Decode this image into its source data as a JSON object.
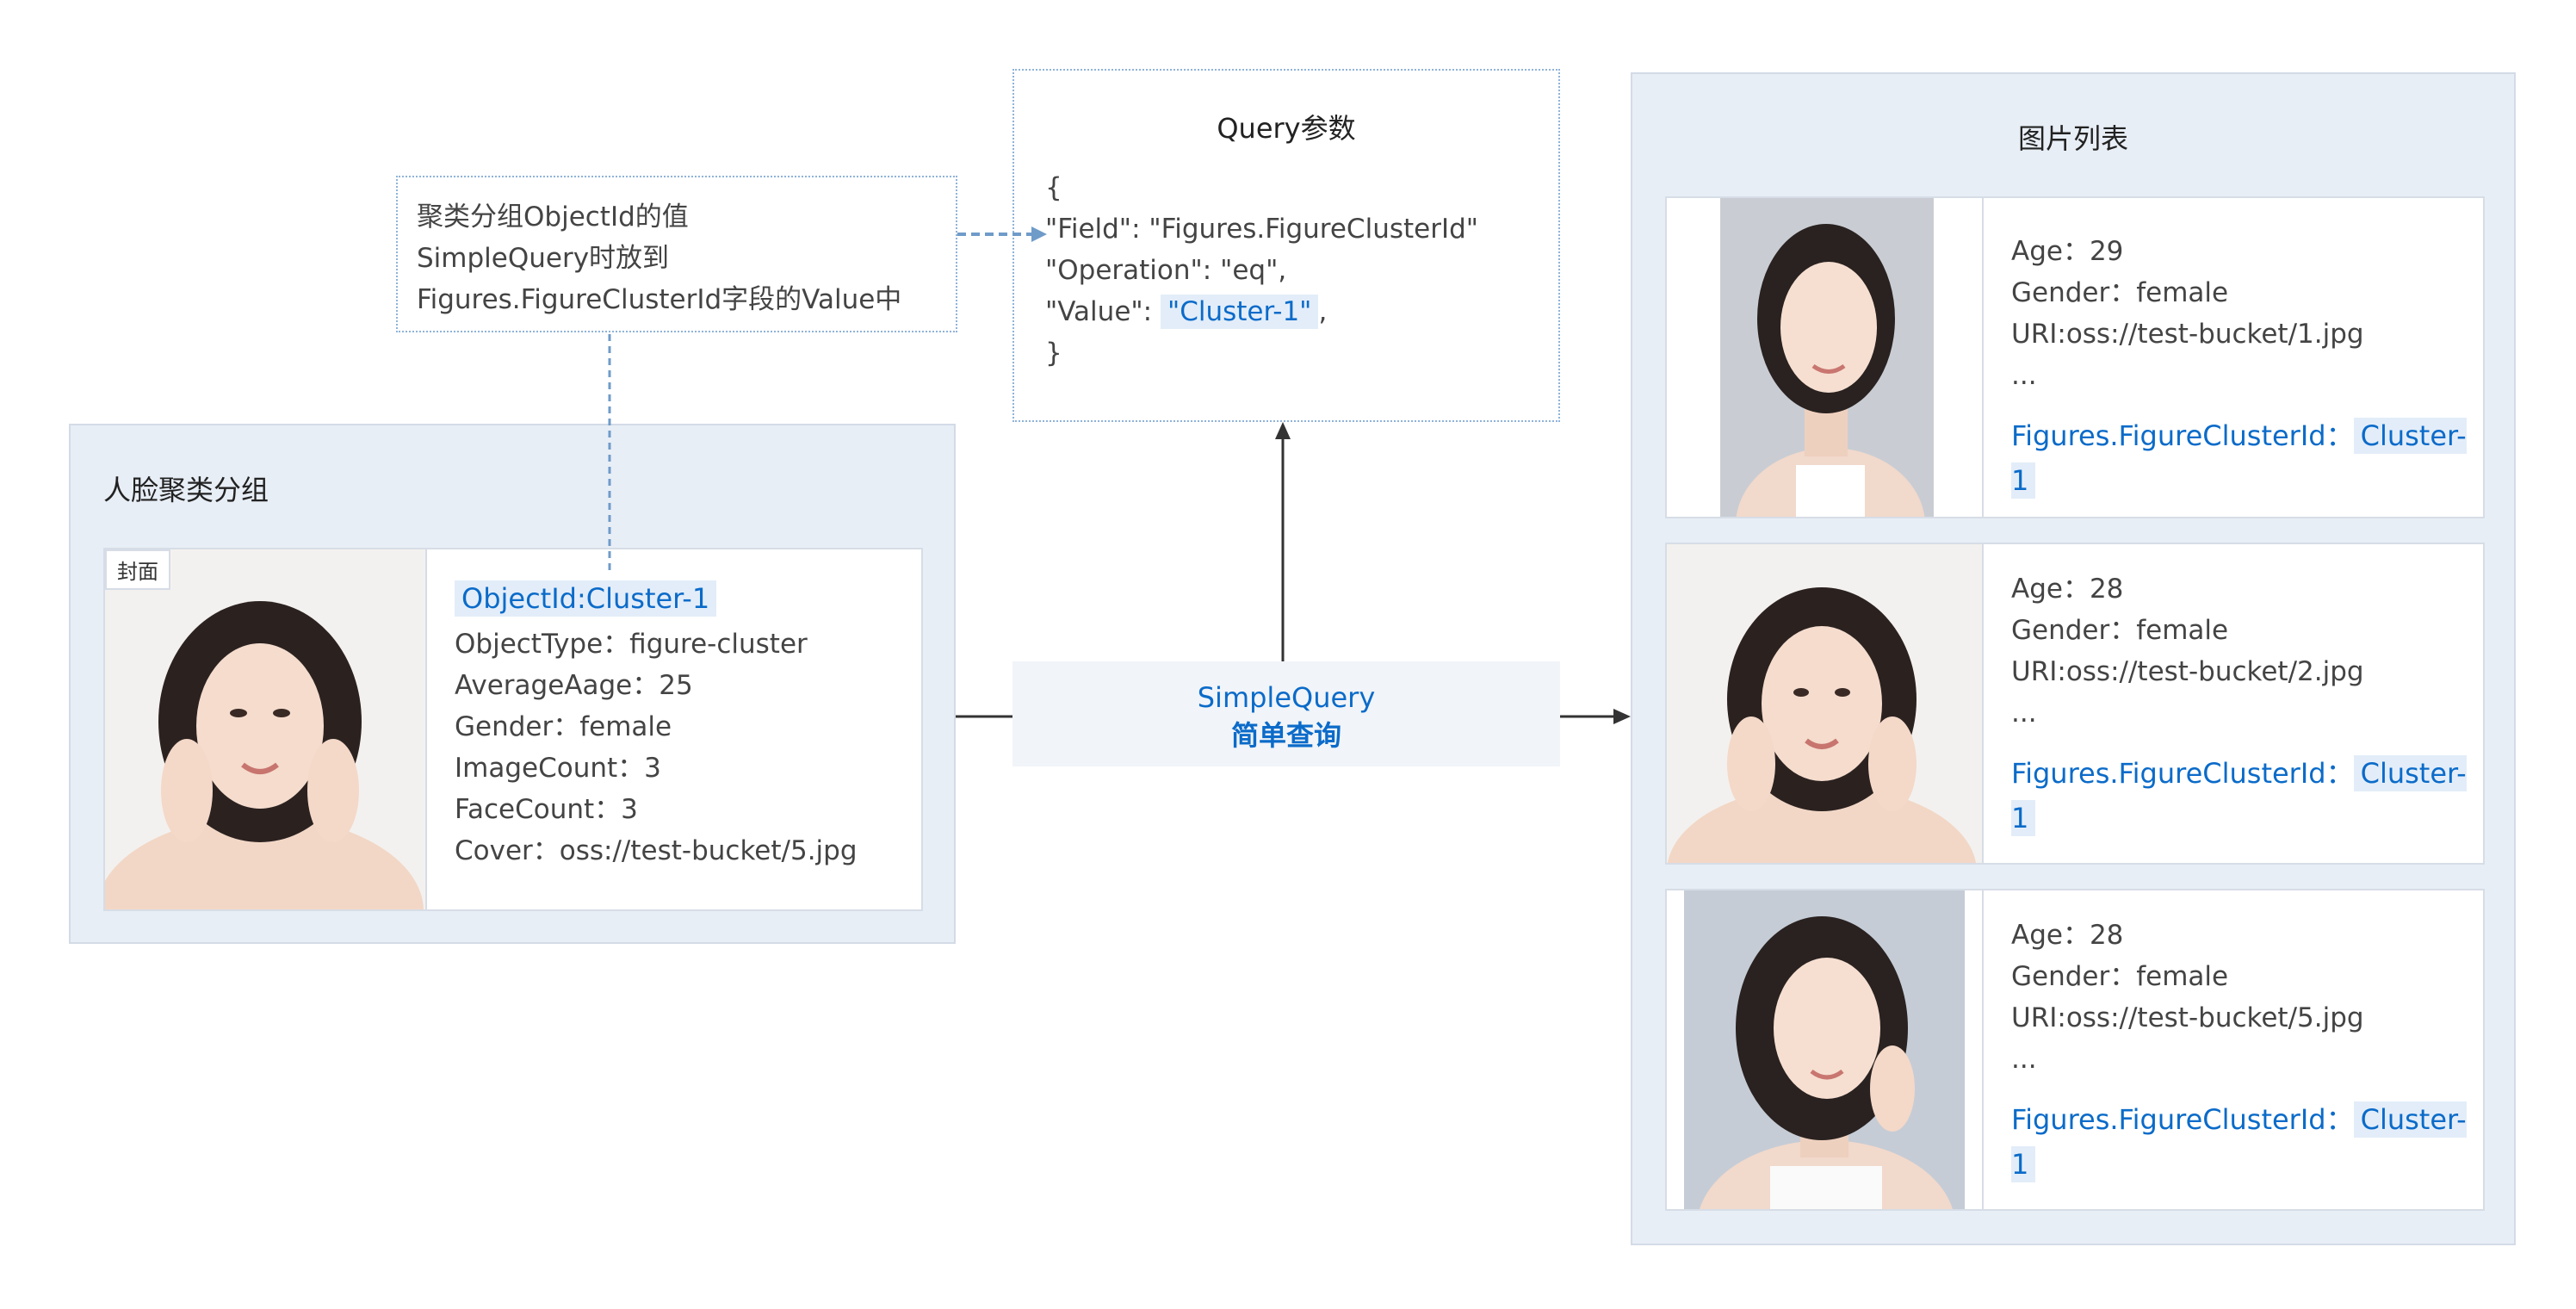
{
  "note_box": {
    "lines": [
      "聚类分组ObjectId的值",
      "SimpleQuery时放到",
      "Figures.FigureClusterId字段的Value中"
    ]
  },
  "query_box": {
    "title": "Query参数",
    "open": "{",
    "field": "\"Field\": \"Figures.FigureClusterId\"",
    "operation": "\"Operation\": \"eq\",",
    "value_key": "\"Value\": ",
    "value_val": "\"Cluster-1\"",
    "value_tail": ",",
    "close": "}"
  },
  "cluster_panel": {
    "title": "人脸聚类分组",
    "cover_tag": "封面",
    "object_id_label": "ObjectId:",
    "object_id_value": "Cluster-1",
    "details": [
      "ObjectType：figure-cluster",
      "AverageAage：25",
      "Gender：female",
      "ImageCount：3",
      "FaceCount：3",
      "Cover：oss://test-bucket/5.jpg"
    ]
  },
  "simple_query": {
    "line1": "SimpleQuery",
    "line2": "简单查询"
  },
  "image_list": {
    "title": "图片列表",
    "items": [
      {
        "age": "Age：29",
        "gender": "Gender：female",
        "uri": "URI:oss://test-bucket/1.jpg",
        "more": "...",
        "cluster_key": "Figures.FigureClusterId：",
        "cluster_val": "Cluster-1"
      },
      {
        "age": "Age：28",
        "gender": "Gender：female",
        "uri": "URI:oss://test-bucket/2.jpg",
        "more": "...",
        "cluster_key": "Figures.FigureClusterId：",
        "cluster_val": "Cluster-1"
      },
      {
        "age": "Age：28",
        "gender": "Gender：female",
        "uri": "URI:oss://test-bucket/5.jpg",
        "more": "...",
        "cluster_key": "Figures.FigureClusterId：",
        "cluster_val": "Cluster-1"
      }
    ]
  },
  "colors": {
    "accent": "#0b6bc9",
    "panel_bg": "#e8eef6",
    "highlight_bg": "#e3edf9",
    "dotted_border": "#8fb3d9"
  }
}
